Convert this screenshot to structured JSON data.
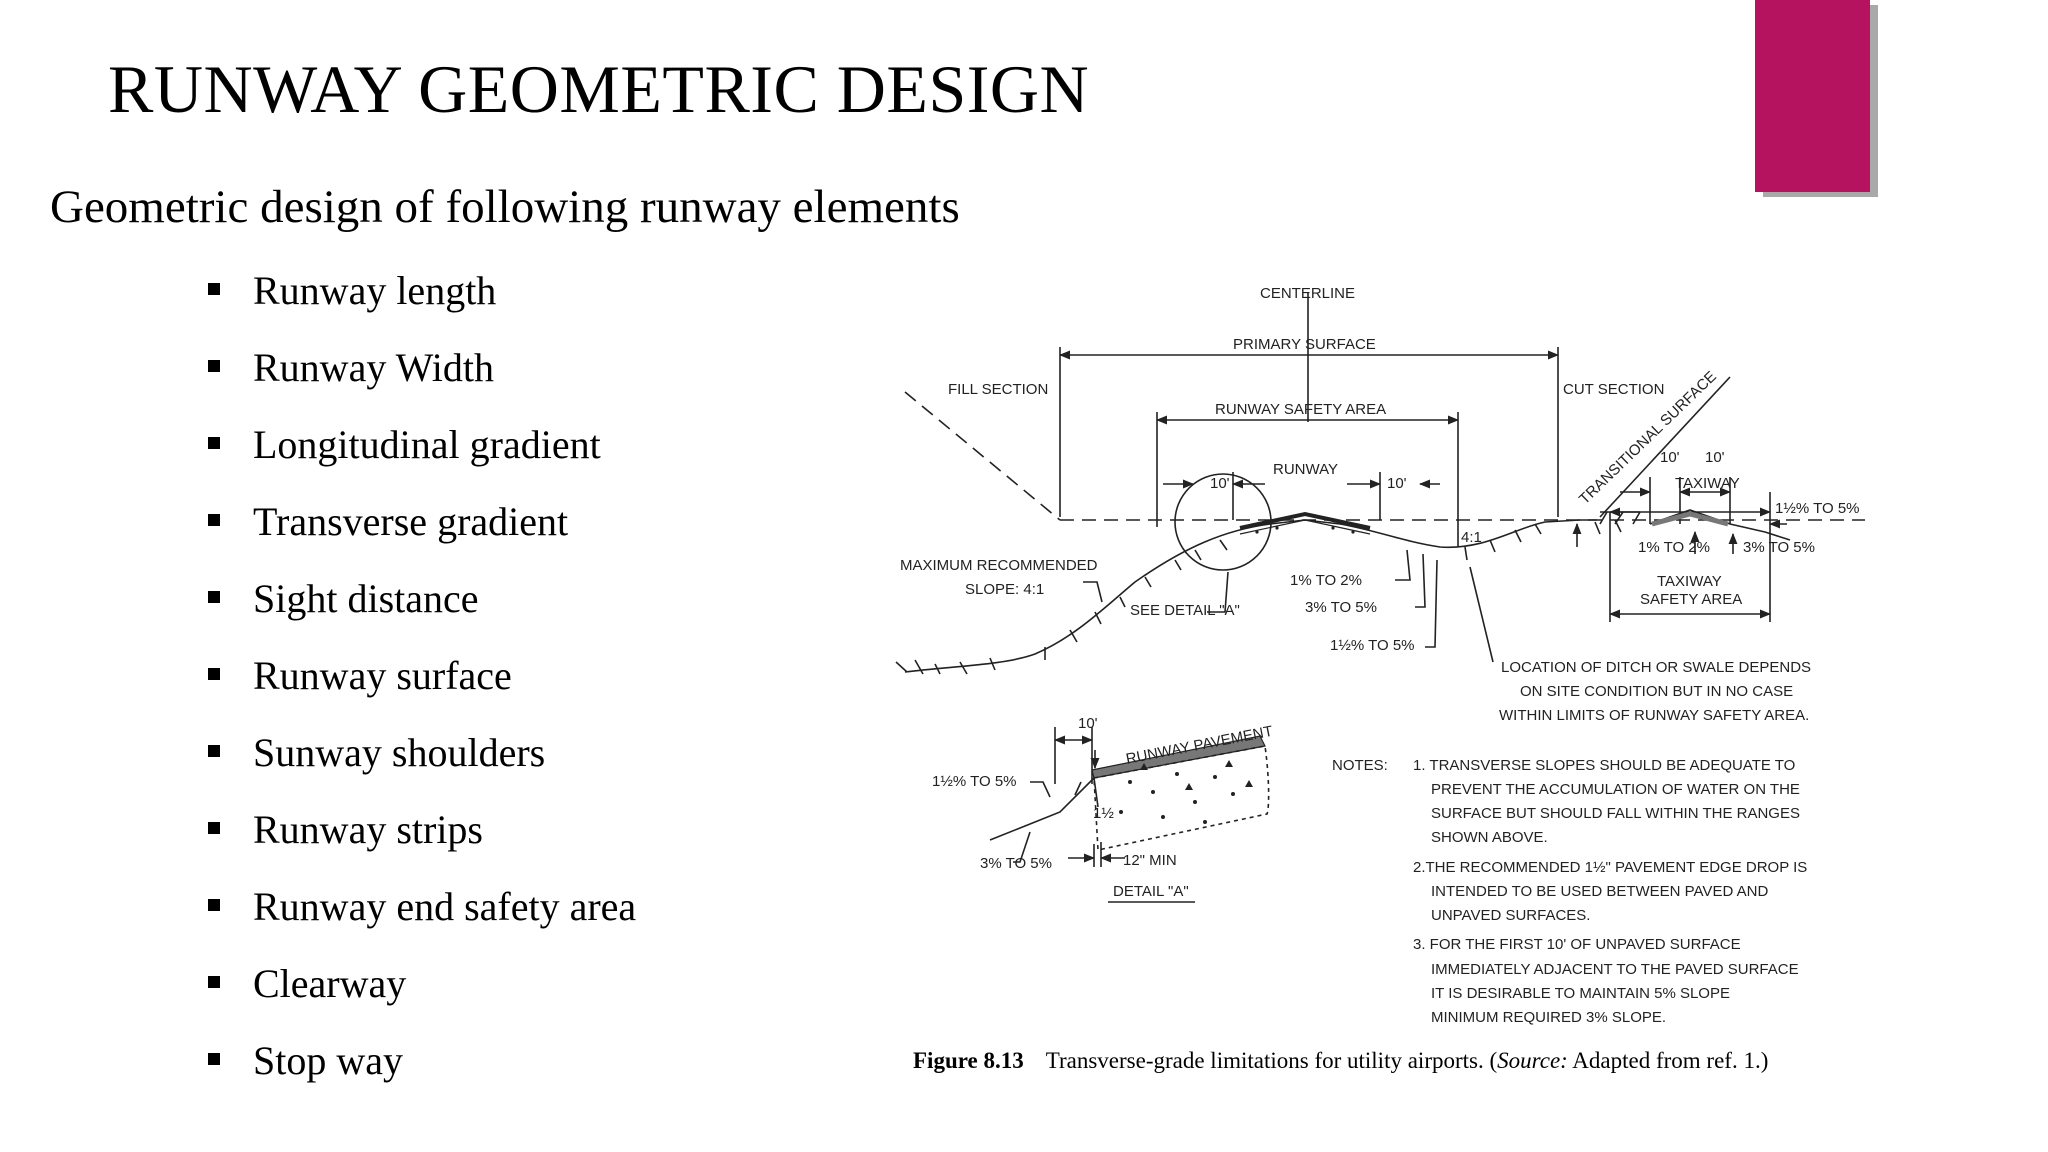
{
  "slide": {
    "title": "RUNWAY GEOMETRIC DESIGN",
    "subtitle": "Geometric design of following runway elements",
    "accent_color": "#b5135f",
    "bullet_icon": "square-bullet-icon",
    "bullets": [
      "Runway length",
      "Runway Width",
      "Longitudinal gradient",
      "Transverse gradient",
      "Sight distance",
      "Runway surface",
      "Sunway shoulders",
      "Runway strips",
      "Runway end safety area",
      "Clearway",
      "Stop way"
    ]
  },
  "figure": {
    "labels": {
      "centerline": "CENTERLINE",
      "primary_surface": "PRIMARY SURFACE",
      "fill_section": "FILL SECTION",
      "cut_section": "CUT SECTION",
      "transitional_surface": "TRANSITIONAL SURFACE",
      "runway_safety_area": "RUNWAY SAFETY AREA",
      "runway": "RUNWAY",
      "ten_ft": "10'",
      "taxiway": "TAXIWAY",
      "slope_1h_5": "1½% TO 5%",
      "slope_1_2_taxi": "1% TO 2%",
      "slope_3_5_taxi": "3% TO 5%",
      "taxiway_safety_area_1": "TAXIWAY",
      "taxiway_safety_area_2": "SAFETY AREA",
      "max_slope_1": "MAXIMUM RECOMMENDED",
      "max_slope_2": "SLOPE: 4:1",
      "see_detail": "SEE DETAIL \"A\"",
      "slope_1_2": "1% TO 2%",
      "slope_3_5": "3% TO 5%",
      "slope_1h_5_b": "1½% TO 5%",
      "ratio": "4:1",
      "ditch_1": "LOCATION OF DITCH OR SWALE DEPENDS",
      "ditch_2": "ON SITE CONDITION BUT IN NO CASE",
      "ditch_3": "WITHIN LIMITS OF RUNWAY SAFETY AREA.",
      "runway_pavement": "RUNWAY PAVEMENT",
      "detail_10": "10'",
      "detail_slope_1": "1½% TO 5%",
      "detail_1h": "1½",
      "detail_min": "12\" MIN",
      "detail_slope_2": "3% TO 5%",
      "detail_a": "DETAIL \"A\"",
      "notes_label": "NOTES:",
      "notes": [
        "1. TRANSVERSE SLOPES SHOULD BE ADEQUATE TO",
        "PREVENT THE ACCUMULATION OF WATER ON THE",
        "SURFACE BUT SHOULD FALL WITHIN THE RANGES",
        "SHOWN ABOVE.",
        "2.THE RECOMMENDED 1½\" PAVEMENT  EDGE DROP IS",
        "INTENDED TO BE USED BETWEEN PAVED AND",
        "UNPAVED SURFACES.",
        "3. FOR THE FIRST 10' OF UNPAVED SURFACE",
        "IMMEDIATELY ADJACENT TO THE PAVED SURFACE",
        "IT IS DESIRABLE TO MAINTAIN 5% SLOPE",
        "MINIMUM REQUIRED 3% SLOPE."
      ]
    },
    "caption": {
      "number": "Figure 8.13",
      "text_before": "Transverse-grade limitations for utility airports. (",
      "source_word": "Source:",
      "text_after": " Adapted from ref. 1.)"
    }
  }
}
